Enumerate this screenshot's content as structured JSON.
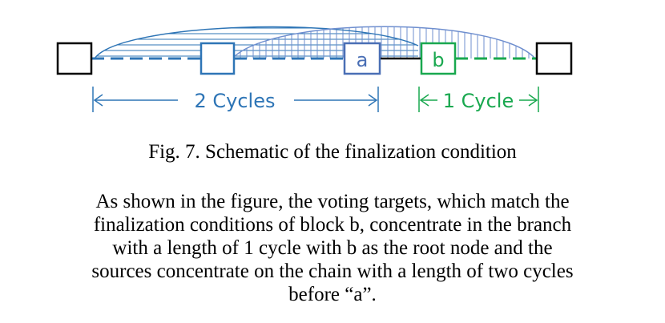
{
  "diagram": {
    "block_a_label": "a",
    "block_b_label": "b",
    "span_left_label": "2 Cycles",
    "span_right_label": "1 Cycle",
    "colors": {
      "blue": "#2e75b6",
      "blue_light": "#6f8fcf",
      "green": "#19a84f",
      "black": "#000000"
    }
  },
  "caption": "Fig. 7. Schematic of the finalization condition",
  "paragraph": [
    "As shown in the figure, the voting targets, which match the",
    "finalization conditions of block b, concentrate in the branch",
    "with a length of 1 cycle with b as the root node and the",
    "sources concentrate on the chain with a length of two cycles",
    "before “a”."
  ]
}
